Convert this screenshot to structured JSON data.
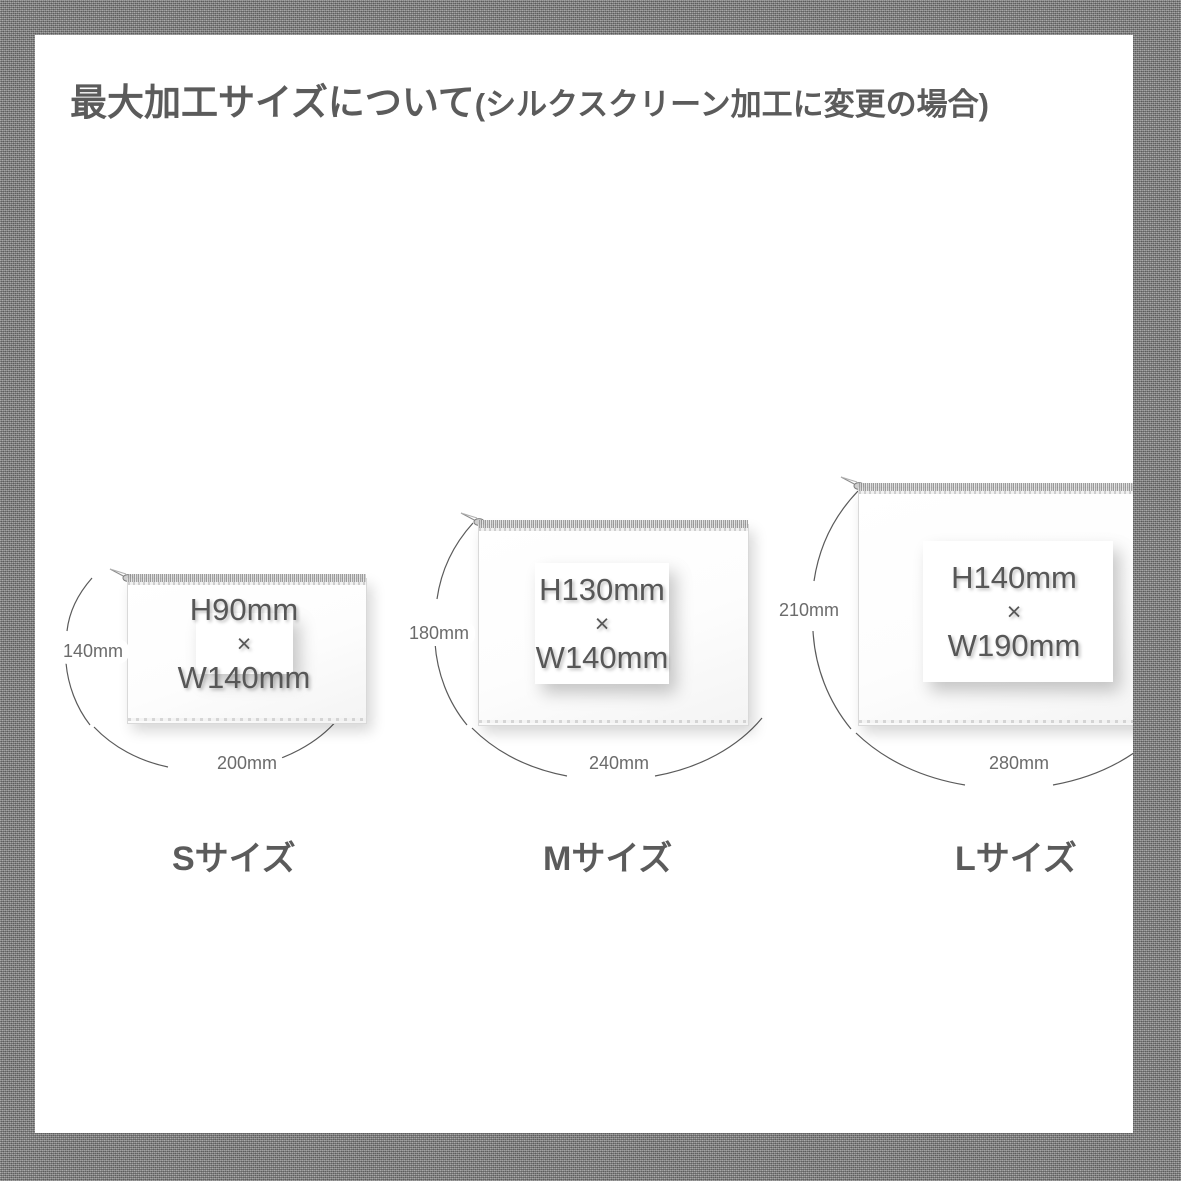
{
  "page": {
    "title_main": "最大加工サイズについて",
    "title_paren": "(シルクスクリーン加工に変更の場合)",
    "background_color": "#848484",
    "card_color": "#ffffff",
    "text_color": "#5b5b5b"
  },
  "sizes": [
    {
      "key": "s",
      "caption": "Sサイズ",
      "pouch_height_label": "140mm",
      "pouch_width_label": "200mm",
      "print_height_label": "H90mm",
      "print_separator": "×",
      "print_width_label": "W140mm"
    },
    {
      "key": "m",
      "caption": "Mサイズ",
      "pouch_height_label": "180mm",
      "pouch_width_label": "240mm",
      "print_height_label": "H130mm",
      "print_separator": "×",
      "print_width_label": "W140mm"
    },
    {
      "key": "l",
      "caption": "Lサイズ",
      "pouch_height_label": "210mm",
      "pouch_width_label": "280mm",
      "print_height_label": "H140mm",
      "print_separator": "×",
      "print_width_label": "W190mm"
    }
  ]
}
